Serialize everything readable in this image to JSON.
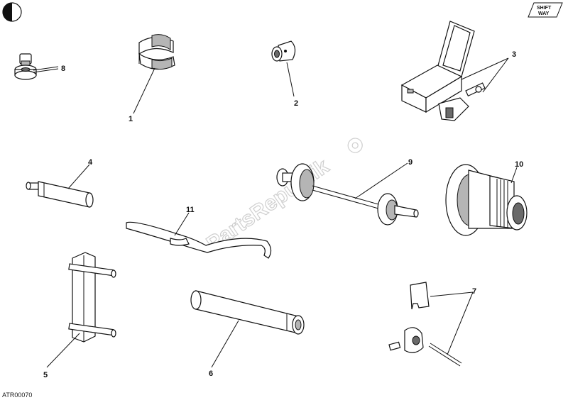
{
  "callouts": [
    {
      "id": "1",
      "label": "1"
    },
    {
      "id": "2",
      "label": "2"
    },
    {
      "id": "3",
      "label": "3"
    },
    {
      "id": "4",
      "label": "4"
    },
    {
      "id": "5",
      "label": "5"
    },
    {
      "id": "6",
      "label": "6"
    },
    {
      "id": "7",
      "label": "7"
    },
    {
      "id": "8",
      "label": "8"
    },
    {
      "id": "9",
      "label": "9"
    },
    {
      "id": "10",
      "label": "10"
    },
    {
      "id": "11",
      "label": "11"
    }
  ],
  "reference_code": "ATR00070",
  "logo_text": "SHIFT WAY",
  "watermark": "PartsRepublik"
}
